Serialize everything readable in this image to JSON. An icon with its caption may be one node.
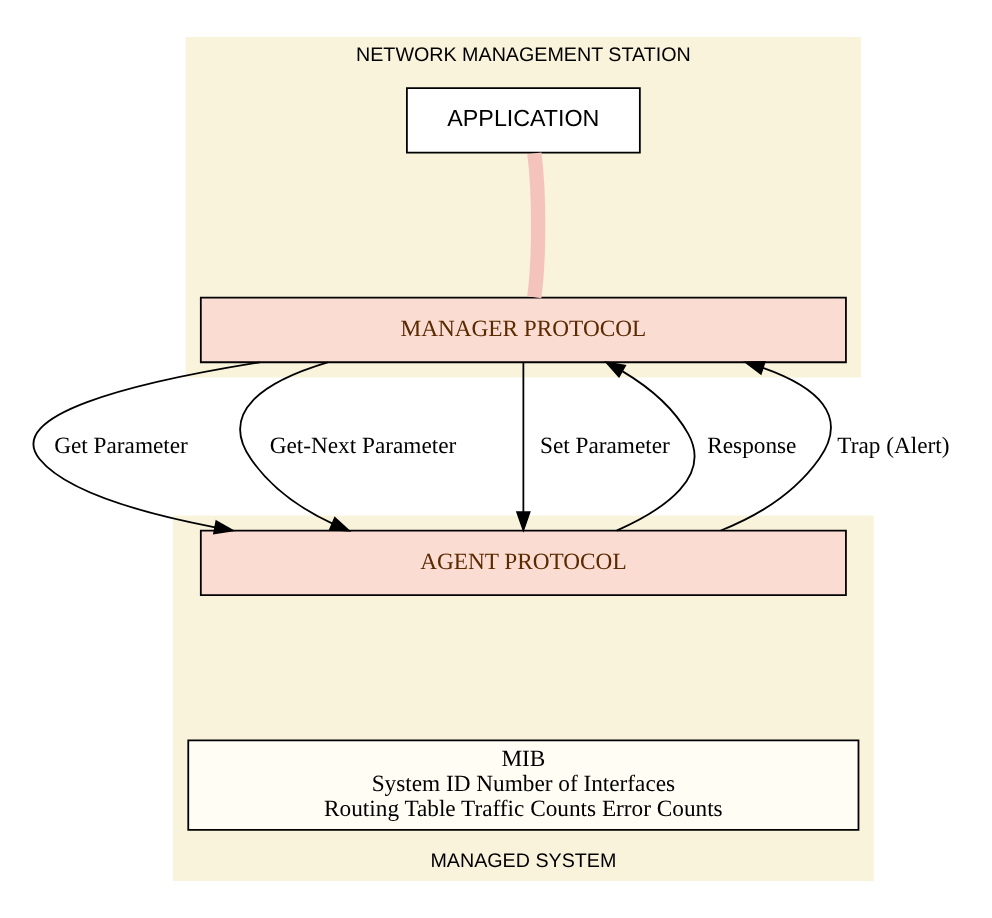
{
  "diagram": {
    "nodes": [
      {
        "text": [
          "NETWORK MANAGEMENT STATION"
        ]
      },
      {
        "text": [
          "APPLICATION"
        ],
        "in": 0
      },
      {
        "text": [
          "MANAGER PROTOCOL"
        ],
        "in": 0
      },
      {
        "text": [
          "MANAGED SYSTEM"
        ]
      },
      {
        "text": [
          "AGENT PROTOCOL"
        ],
        "in": 3
      },
      {
        "text": [
          "MIB",
          "System ID Number of Interfaces",
          "Routing Table Traffic Counts Error Counts"
        ],
        "in": 3
      }
    ],
    "edges": [
      {
        "from": 1,
        "to": 2,
        "arrow": "none",
        "style": "thick",
        "color": "#f4c4bc"
      },
      {
        "from": 2,
        "to": 4,
        "arrow": "to",
        "label": "Get Parameter"
      },
      {
        "from": 2,
        "to": 4,
        "arrow": "to",
        "label": "Get-Next Parameter"
      },
      {
        "from": 2,
        "to": 4,
        "arrow": "to",
        "label": "Set Parameter"
      },
      {
        "from": 4,
        "to": 2,
        "arrow": "to",
        "label": "Response"
      },
      {
        "from": 4,
        "to": 2,
        "arrow": "to",
        "label": "Trap (Alert)"
      }
    ]
  }
}
